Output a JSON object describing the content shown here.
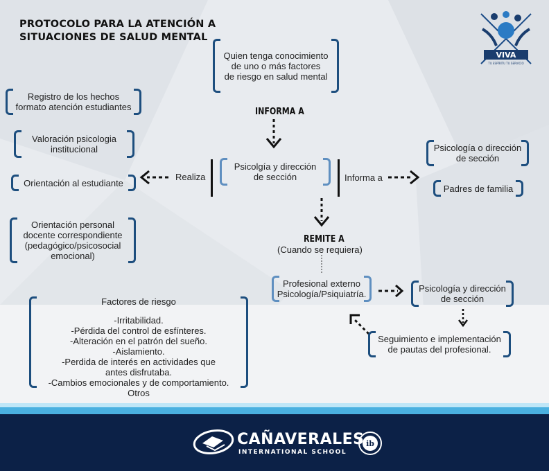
{
  "title": {
    "line1": "PROTOCOLO PARA LA ATENCIÓN A",
    "line2": "SITUACIONES DE SALUD MENTAL"
  },
  "logo_top": {
    "text": "VIVA",
    "subtext": "TU ESPÍRITU TU SERVICIO"
  },
  "top_box": {
    "line1": "Quien tenga conocimiento",
    "line2": "de uno o más factores",
    "line3": "de riesgo en salud mental"
  },
  "informa_a": "INFORMA A",
  "center_box": {
    "line1": "Psicolgía y dirección",
    "line2": "de sección"
  },
  "realiza": "Realiza",
  "informa_a_side": "Informa a",
  "left_boxes": {
    "registro": {
      "line1": "Registro de los hechos",
      "line2": "formato atención estudiantes"
    },
    "valoracion": {
      "line1": "Valoración psicologia",
      "line2": "institucional"
    },
    "orientacion": {
      "line1": "Orientación al estudiante"
    },
    "orientacion_personal": {
      "line1": "Orientación personal",
      "line2": "docente correspondiente",
      "line3": "(pedagógico/psicosocial",
      "line4": "emocional)"
    }
  },
  "right_boxes": {
    "psico_dir": {
      "line1": "Psicología o dirección",
      "line2": "de sección"
    },
    "padres": {
      "line1": "Padres de familia"
    }
  },
  "remite_a": "REMITE A",
  "cuando": "(Cuando se requiera)",
  "externo_box": {
    "line1": "Profesional externo",
    "line2": "Psicología/Psiquiatría."
  },
  "psico_dir2": {
    "line1": "Psicología y dirección",
    "line2": "de sección"
  },
  "seguimiento": {
    "line1": "Seguimiento e implementación",
    "line2": "de pautas del profesional."
  },
  "factores": {
    "heading": "Factores de riesgo",
    "items": [
      "-Irritabilidad.",
      "-Pérdida del control de esfínteres.",
      "-Alteración en el patrón del sueño.",
      "-Aislamiento.",
      "-Perdida de interés en actividades que",
      "antes disfrutaba.",
      "-Cambios emocionales y de comportamiento.",
      "Otros"
    ]
  },
  "footer": {
    "school_name": "CAÑAVERALES",
    "school_sub": "INTERNATIONAL SCHOOL",
    "ib_text": "ib"
  },
  "colors": {
    "box_border": "#1d4e7e",
    "footer_bg": "#0c2147",
    "accent_stripe": "#4ab0e0"
  }
}
